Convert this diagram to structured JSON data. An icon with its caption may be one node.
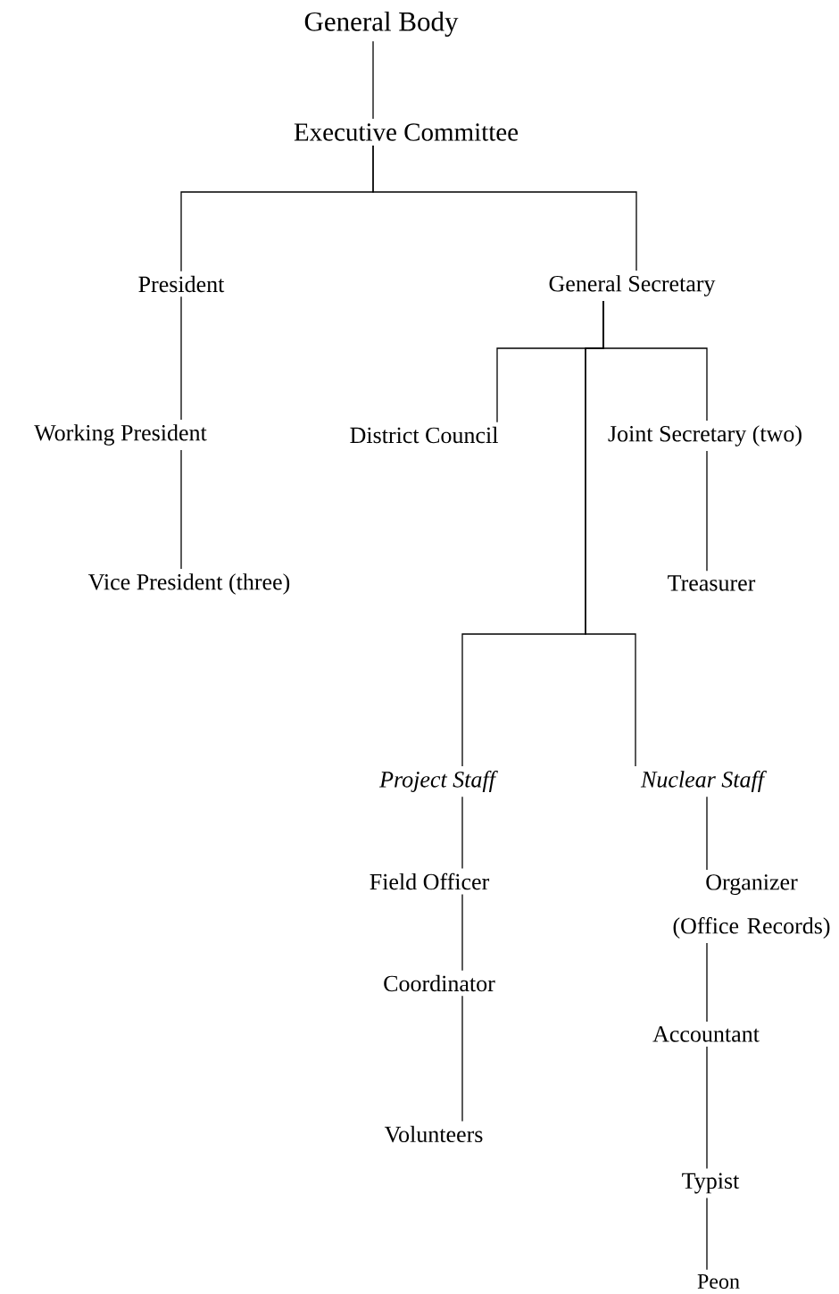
{
  "diagram": {
    "nodes": [
      {
        "text": [
          "General Body"
        ]
      },
      {
        "text": [
          "Executive Committee"
        ]
      },
      {
        "text": [
          "President"
        ]
      },
      {
        "text": [
          "General Secretary"
        ]
      },
      {
        "text": [
          "Working President"
        ]
      },
      {
        "text": [
          "District Council"
        ]
      },
      {
        "text": [
          "Joint Secretary (two)"
        ]
      },
      {
        "text": [
          "Vice President (three)"
        ]
      },
      {
        "text": [
          "Treasurer"
        ]
      },
      {
        "text": [
          "Project Staff"
        ]
      },
      {
        "text": [
          "Nuclear Staff"
        ]
      },
      {
        "text": [
          "Field Officer"
        ]
      },
      {
        "text": [
          "Coordinator"
        ]
      },
      {
        "text": [
          "Volunteers"
        ]
      },
      {
        "text": [
          "Organizer (Office Records)"
        ]
      },
      {
        "text": [
          "Accountant"
        ]
      },
      {
        "text": [
          "Typist"
        ]
      },
      {
        "text": [
          "Peon"
        ]
      }
    ],
    "edges": [
      {
        "from": 0,
        "to": 1,
        "arrow": "none"
      },
      {
        "from": 1,
        "to": 2,
        "arrow": "none"
      },
      {
        "from": 1,
        "to": 3,
        "arrow": "none"
      },
      {
        "from": 2,
        "to": 4,
        "arrow": "none"
      },
      {
        "from": 4,
        "to": 7,
        "arrow": "none"
      },
      {
        "from": 3,
        "to": 5,
        "arrow": "none"
      },
      {
        "from": 3,
        "to": 6,
        "arrow": "none"
      },
      {
        "from": 6,
        "to": 8,
        "arrow": "none"
      },
      {
        "from": 3,
        "to": 9,
        "arrow": "none"
      },
      {
        "from": 3,
        "to": 10,
        "arrow": "none"
      },
      {
        "from": 9,
        "to": 11,
        "arrow": "none"
      },
      {
        "from": 11,
        "to": 12,
        "arrow": "none"
      },
      {
        "from": 12,
        "to": 13,
        "arrow": "none"
      },
      {
        "from": 10,
        "to": 14,
        "arrow": "none"
      },
      {
        "from": 14,
        "to": 15,
        "arrow": "none"
      },
      {
        "from": 15,
        "to": 16,
        "arrow": "none"
      },
      {
        "from": 16,
        "to": 17,
        "arrow": "none"
      }
    ]
  }
}
